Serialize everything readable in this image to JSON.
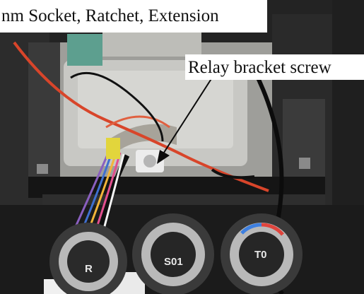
{
  "captions": {
    "tools": "nm Socket, Ratchet, Extension",
    "callout": "Relay bracket screw"
  },
  "knobs": {
    "left": "R",
    "center": "S01",
    "right": "T0"
  },
  "colors": {
    "dashboard_plastic": "#2a2a2a",
    "relay_housing": "#c8c8c4",
    "red_wire": "#d8452a",
    "knob_silver": "#b9b9b9",
    "caption_bg": "#ffffff"
  }
}
